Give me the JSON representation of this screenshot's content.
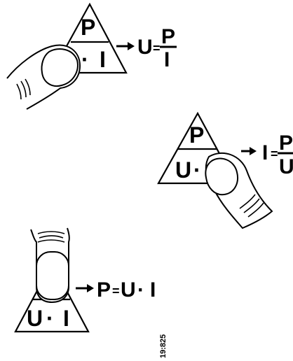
{
  "panels": [
    {
      "top": "P",
      "left": "",
      "dot": "·",
      "right": "I",
      "arrow": "→",
      "result": "U",
      "equals": "=",
      "numerator": "P",
      "denominator": "I"
    },
    {
      "top": "P",
      "left": "U",
      "dot": "·",
      "right": "",
      "arrow": "→",
      "result": "I",
      "equals": "=",
      "numerator": "P",
      "denominator": "U"
    },
    {
      "top": "",
      "left": "U",
      "dot": "·",
      "right": "I",
      "arrow": "→",
      "result": "P",
      "equals": "=",
      "term1": "U",
      "dot2": "·",
      "term2": "I"
    }
  ],
  "figure_code": "19:825"
}
